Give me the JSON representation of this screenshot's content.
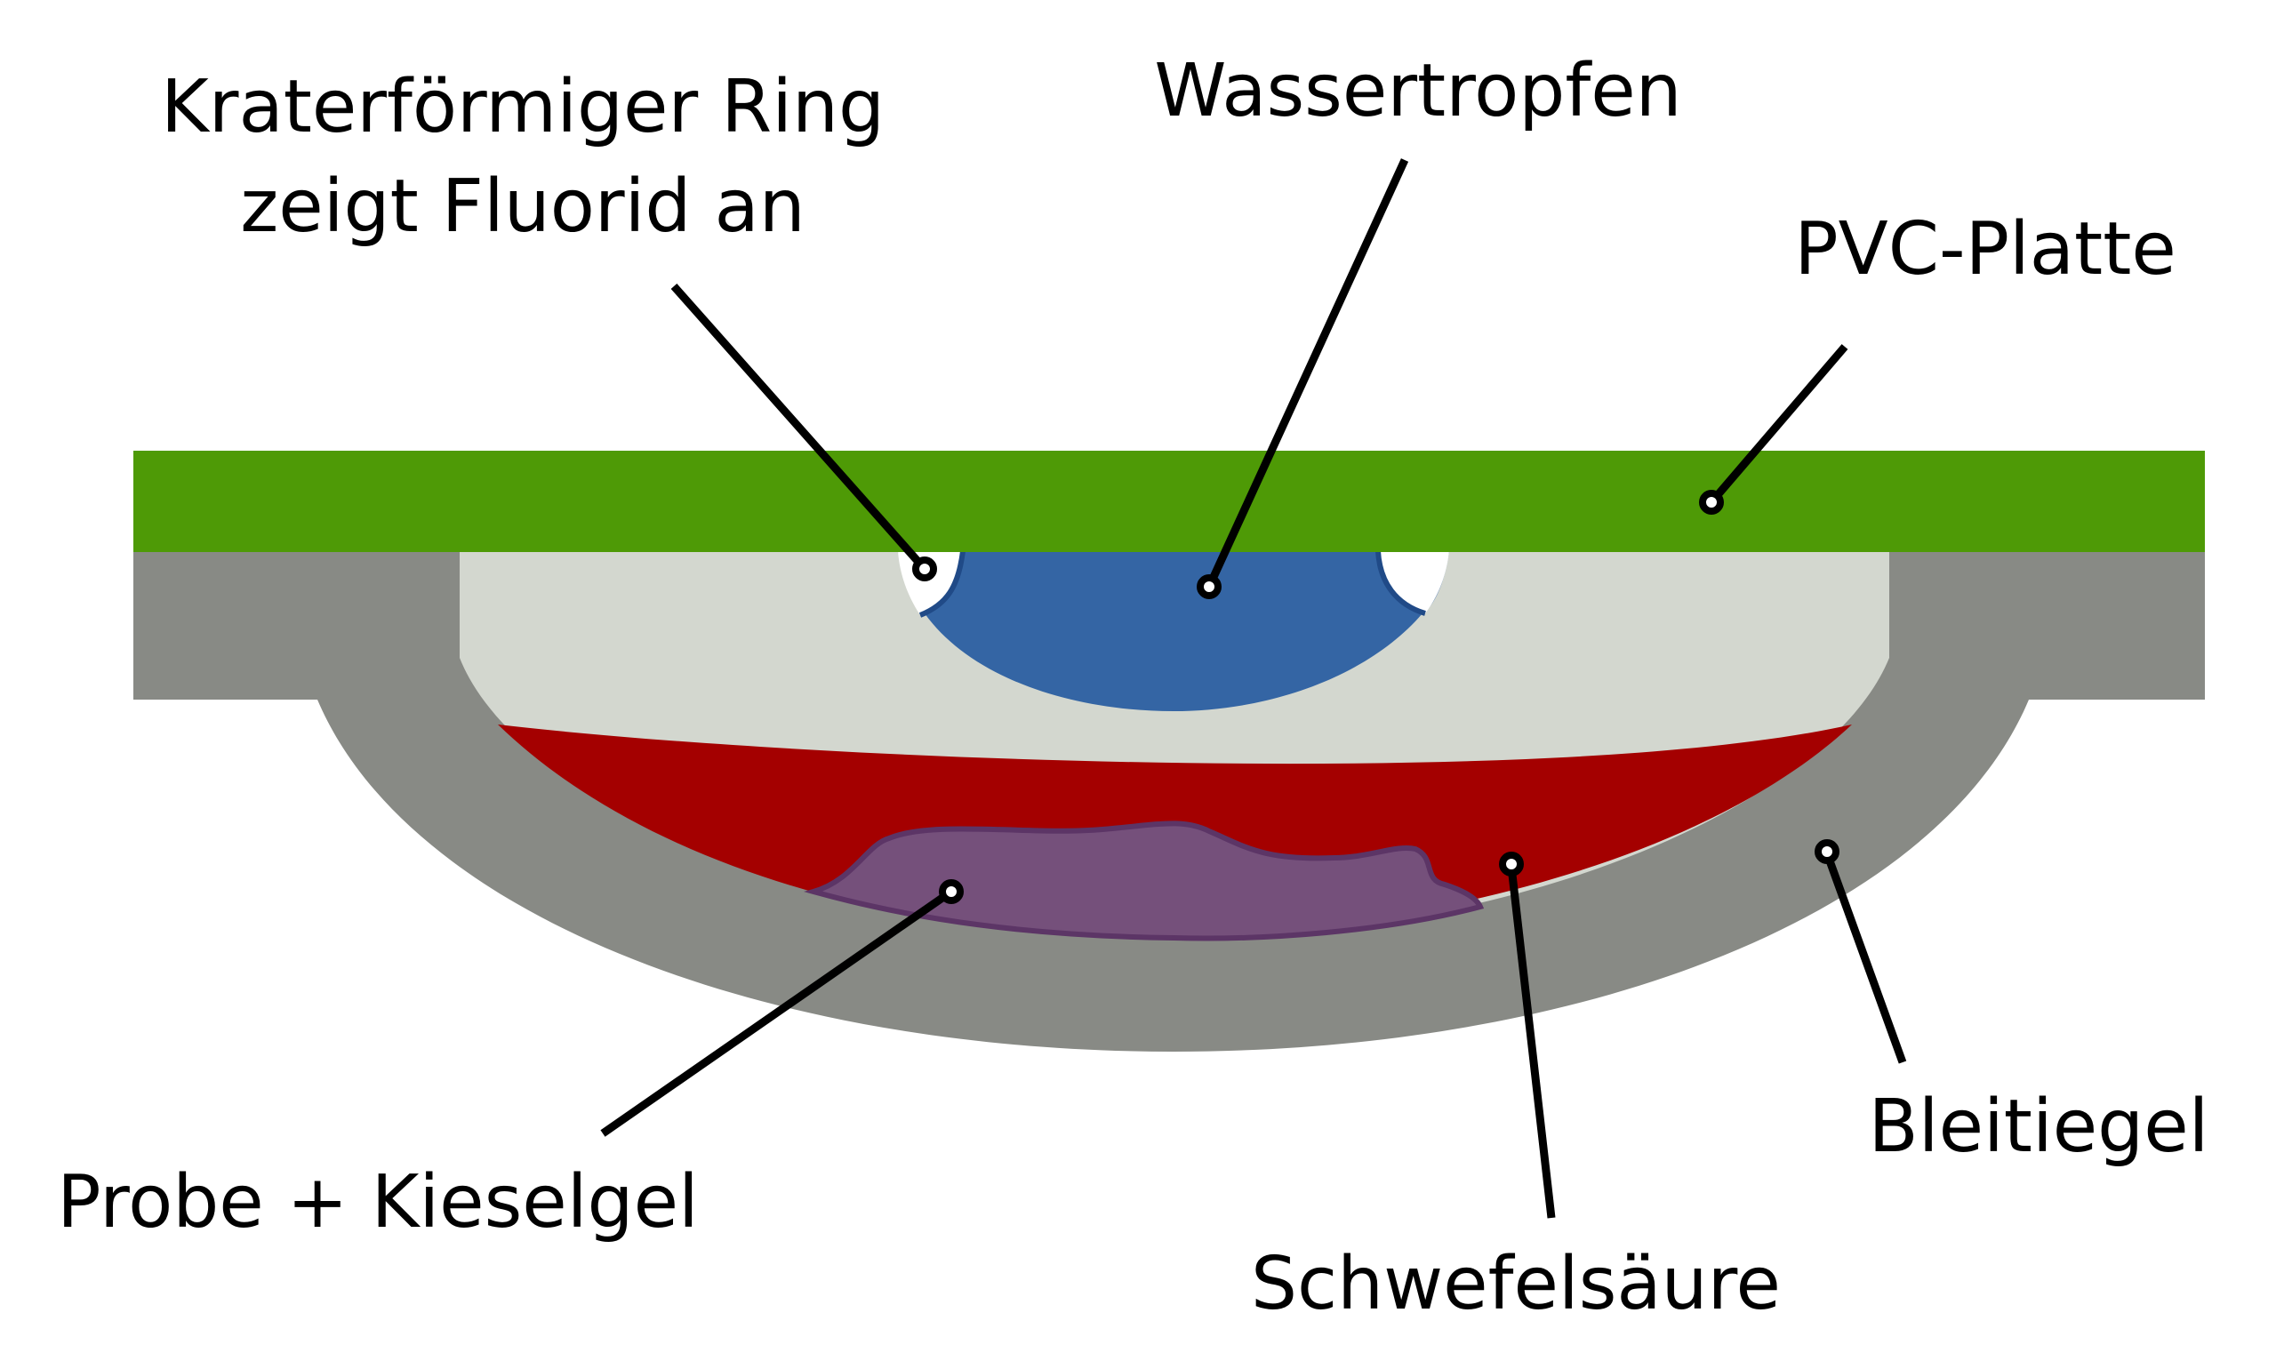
{
  "labels": {
    "crater_ring_line1": "Kraterförmiger Ring",
    "crater_ring_line2": "zeigt Fluorid an",
    "water_drop": "Wassertropfen",
    "pvc_plate": "PVC-Platte",
    "sample": "Probe + Kieselgel",
    "sulfuric_acid": "Schwefelsäure",
    "lead_crucible": "Bleitiegel"
  },
  "colors": {
    "pvc_plate": "#4e9a06",
    "crucible": "#888a85",
    "inner_space": "#d3d7cf",
    "sulfuric_acid": "#a40000",
    "sample": "#75507b",
    "sample_outline": "#5c3566",
    "water_drop": "#3465a4",
    "water_drop_outline": "#204a87"
  }
}
